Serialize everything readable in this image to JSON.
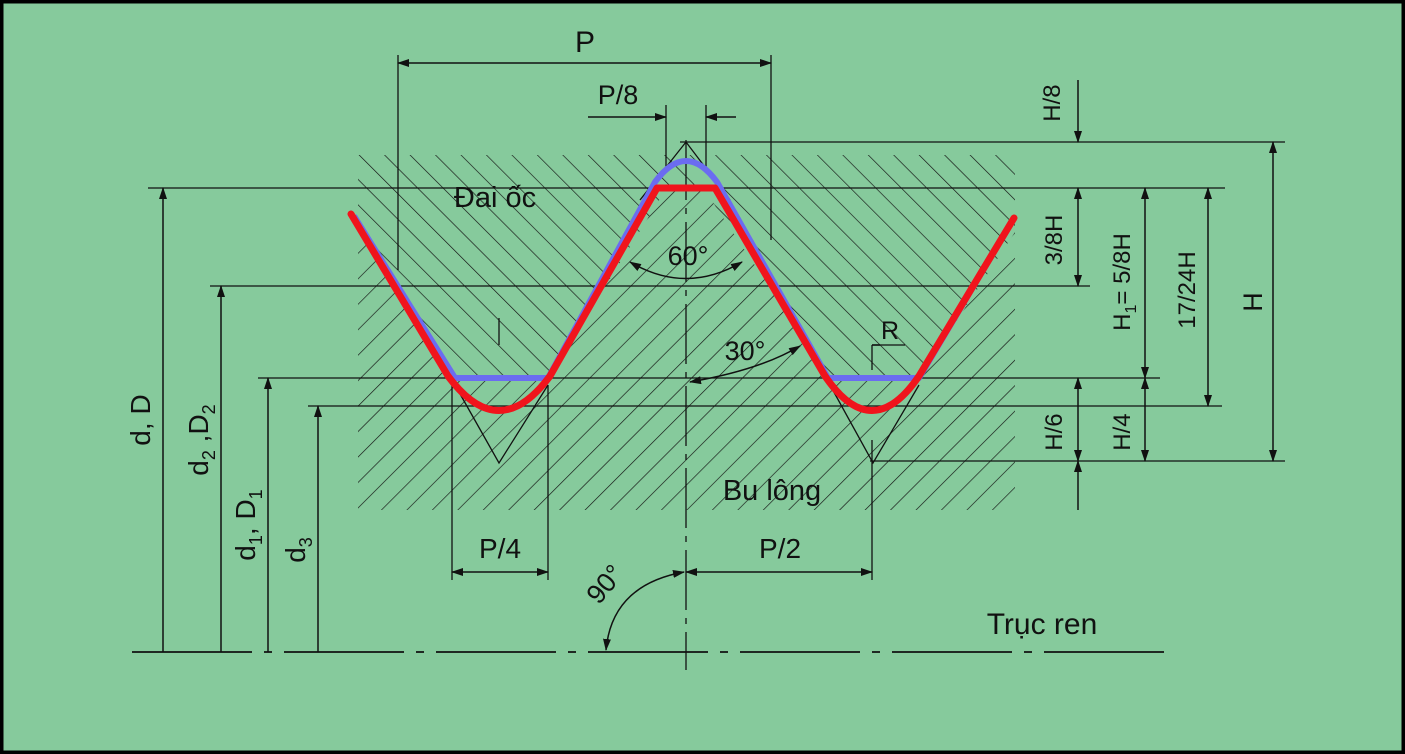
{
  "colors": {
    "background": "#86ca9c",
    "border": "#000000",
    "ink": "#111111",
    "nut_profile": "#6b6cf0",
    "bolt_profile": "#f0141c"
  },
  "labels": {
    "pitch": "P",
    "p8": "P/8",
    "nut": "Đai ốc",
    "bolt": "Bu lông",
    "angle60": "60°",
    "angle30": "30°",
    "radius": "R",
    "p4": "P/4",
    "p2": "P/2",
    "angle90": "90°",
    "axis": "Trục ren",
    "h8": "H/8",
    "h38": "3/8H",
    "h6": "H/6",
    "h4": "H/4",
    "h1_main": "H",
    "h1_sub": "1",
    "h1_rest": "= 5/8H",
    "h1724": "17/24H",
    "hfull": "H",
    "dD": "d, D",
    "d2_main": "d",
    "d2_sub": "2",
    "d2_mid": " ,D",
    "d2_sub2": "2",
    "d1_main": "d",
    "d1_sub": "1",
    "d1_mid": ", D",
    "d1_sub2": "1",
    "d3_main": "d",
    "d3_sub": "3"
  }
}
